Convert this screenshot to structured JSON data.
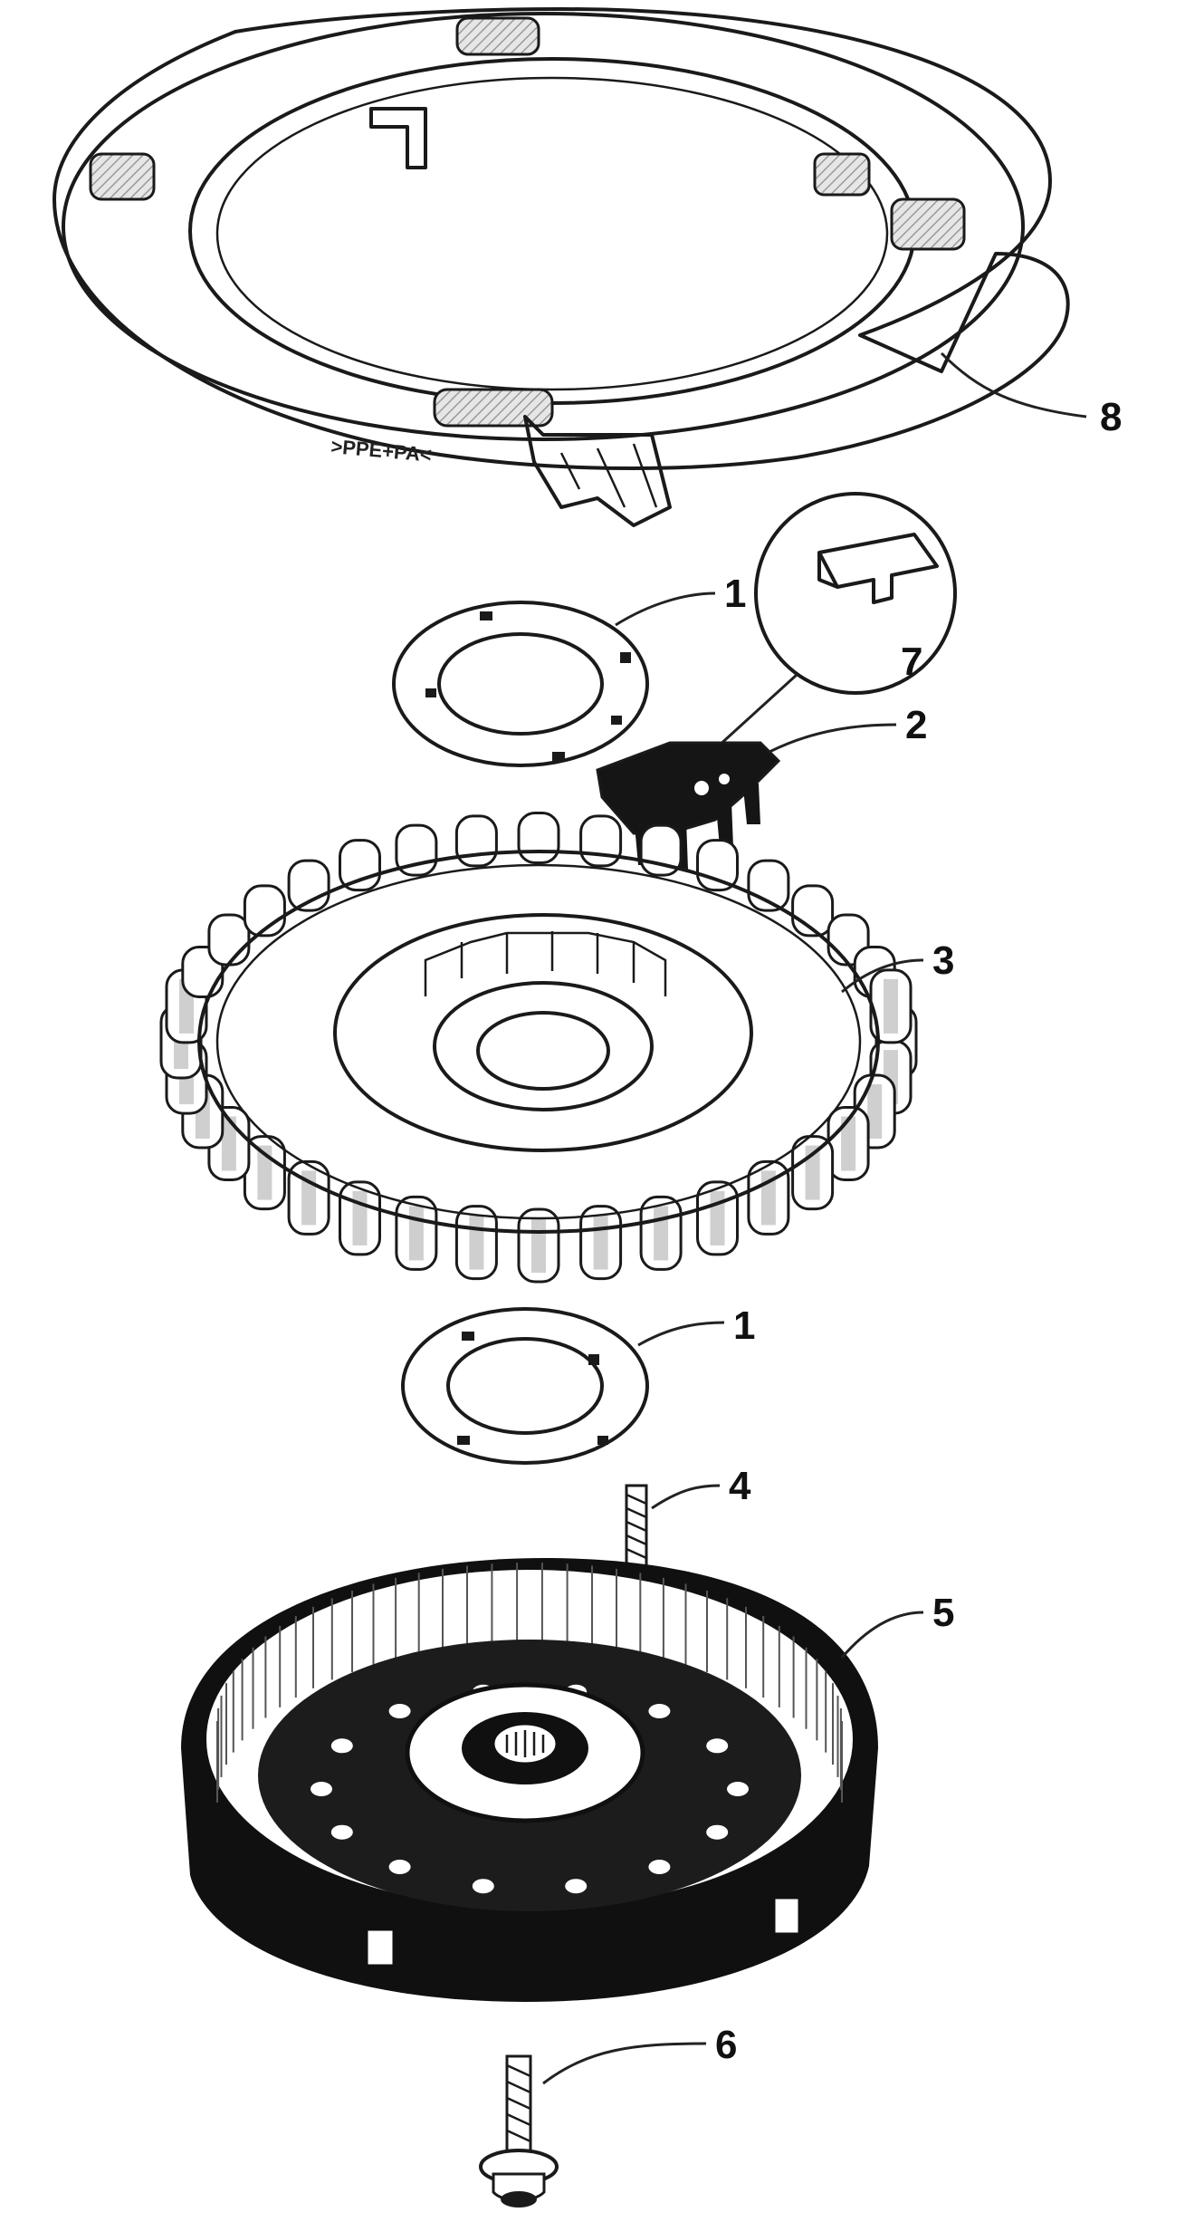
{
  "colors": {
    "ink": "#1a1a1a",
    "paper": "#ffffff",
    "hatch": "#bdbdbd",
    "dark": "#101010"
  },
  "parts": {
    "ring_cover": {
      "callout": "8",
      "stamp": ">PPE+PA<"
    },
    "spacer_top": {
      "callout": "1"
    },
    "detail_clip": {
      "callout": "7"
    },
    "sensor": {
      "callout": "2"
    },
    "stator": {
      "callout": "3"
    },
    "spacer_bottom": {
      "callout": "1"
    },
    "screw_small": {
      "callout": "4"
    },
    "rotor": {
      "callout": "5"
    },
    "bolt": {
      "callout": "6"
    }
  }
}
